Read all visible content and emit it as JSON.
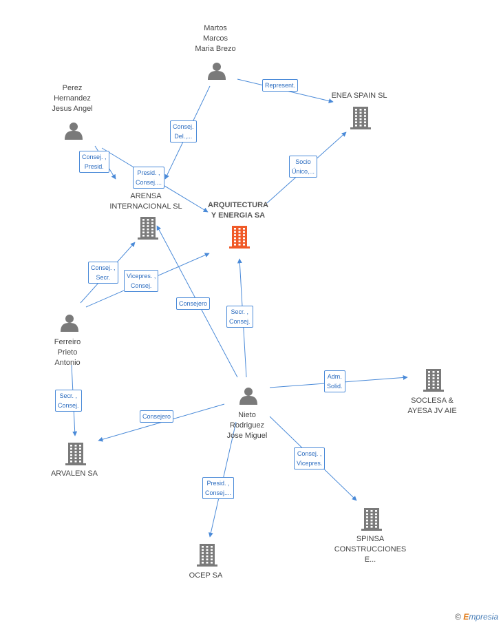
{
  "nodes": [
    {
      "id": "martos",
      "kind": "person",
      "lines": [
        "Martos",
        "Marcos",
        "Maria Brezo"
      ],
      "icon": "person-icon"
    },
    {
      "id": "perez",
      "kind": "person",
      "lines": [
        "Perez",
        "Hernandez",
        "Jesus Angel"
      ],
      "icon": "person-icon"
    },
    {
      "id": "enea",
      "kind": "company",
      "lines": [
        "ENEA SPAIN  SL"
      ],
      "icon": "building-icon"
    },
    {
      "id": "arensa",
      "kind": "company",
      "lines": [
        "ARENSA",
        "INTERNACIONAL SL"
      ],
      "icon": "building-icon"
    },
    {
      "id": "arquitectura",
      "kind": "company-main",
      "lines": [
        "ARQUITECTURA",
        "Y ENERGIA SA"
      ],
      "icon": "building-icon"
    },
    {
      "id": "ferreiro",
      "kind": "person",
      "lines": [
        "Ferreiro",
        "Prieto",
        "Antonio"
      ],
      "icon": "person-icon"
    },
    {
      "id": "nieto",
      "kind": "person",
      "lines": [
        "Nieto",
        "Rodriguez",
        "Jose Miguel"
      ],
      "icon": "person-icon"
    },
    {
      "id": "soclesa",
      "kind": "company",
      "lines": [
        "SOCLESA &",
        "AYESA JV AIE"
      ],
      "icon": "building-icon"
    },
    {
      "id": "arvalen",
      "kind": "company",
      "lines": [
        "ARVALEN SA"
      ],
      "icon": "building-icon"
    },
    {
      "id": "ocep",
      "kind": "company",
      "lines": [
        "OCEP SA"
      ],
      "icon": "building-icon"
    },
    {
      "id": "spinsa",
      "kind": "company",
      "lines": [
        "SPINSA",
        "CONSTRUCCIONES",
        "E..."
      ],
      "icon": "building-icon"
    }
  ],
  "edges": [
    {
      "from": "martos",
      "to": "enea",
      "label": [
        "Represent."
      ]
    },
    {
      "from": "martos",
      "to": "arensa",
      "label": [
        "Consej.",
        "Del.,..."
      ]
    },
    {
      "from": "perez",
      "to": "arensa",
      "label": [
        "Consej. ,",
        "Presid."
      ]
    },
    {
      "from": "perez",
      "to": "arquitectura",
      "label": [
        "Presid. ,",
        "Consej...."
      ]
    },
    {
      "from": "arquitectura",
      "to": "enea",
      "label": [
        "Socio",
        "Único,..."
      ]
    },
    {
      "from": "ferreiro",
      "to": "arensa",
      "label": [
        "Consej. ,",
        "Secr."
      ]
    },
    {
      "from": "ferreiro",
      "to": "arquitectura",
      "label": [
        "Vicepres. ,",
        "Consej."
      ]
    },
    {
      "from": "ferreiro",
      "to": "arvalen",
      "label": [
        "Secr. ,",
        "Consej."
      ]
    },
    {
      "from": "nieto",
      "to": "arensa",
      "label": [
        "Consejero"
      ]
    },
    {
      "from": "nieto",
      "to": "arquitectura",
      "label": [
        "Secr. ,",
        "Consej."
      ]
    },
    {
      "from": "nieto",
      "to": "soclesa",
      "label": [
        "Adm.",
        "Solid."
      ]
    },
    {
      "from": "nieto",
      "to": "arvalen",
      "label": [
        "Consejero"
      ]
    },
    {
      "from": "nieto",
      "to": "ocep",
      "label": [
        "Presid. ,",
        "Consej...."
      ]
    },
    {
      "from": "nieto",
      "to": "spinsa",
      "label": [
        "Consej. ,",
        "Vicepres."
      ]
    }
  ],
  "colors": {
    "edge": "#4a8ad8",
    "icon": "#7a7a7a",
    "main_icon": "#f05a28"
  },
  "footer": {
    "symbol": "©",
    "brand_initial": "E",
    "brand_rest": "mpresia"
  }
}
